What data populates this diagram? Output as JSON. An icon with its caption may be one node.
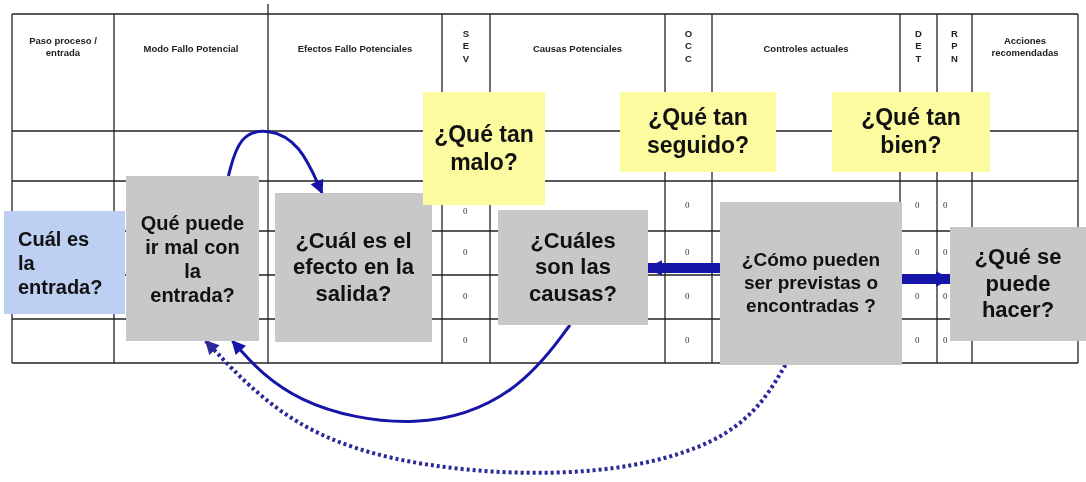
{
  "diagram": {
    "nodes": [
      {
        "text": [
          "Cuál es la entrada?"
        ]
      },
      {
        "text": [
          "Qué puede ir mal con la entrada?"
        ]
      },
      {
        "text": [
          "¿Cuál es el efecto en la salida?"
        ]
      },
      {
        "text": [
          "¿Cuáles son las causas?"
        ]
      },
      {
        "text": [
          "¿Cómo pueden ser previstas o encontradas ?"
        ]
      },
      {
        "text": [
          "¿Qué se puede hacer?"
        ]
      },
      {
        "text": [
          "¿Qué tan malo?"
        ]
      },
      {
        "text": [
          "¿Qué tan seguido?"
        ]
      },
      {
        "text": [
          "¿Qué tan bien?"
        ]
      }
    ],
    "edges": [
      {
        "from": 1,
        "to": 2,
        "arrow": "to"
      },
      {
        "from": 4,
        "to": 3,
        "arrow": "to",
        "style": "thick"
      },
      {
        "from": 4,
        "to": 5,
        "arrow": "to",
        "style": "thick"
      },
      {
        "from": 3,
        "to": 1,
        "arrow": "to"
      },
      {
        "from": 4,
        "to": 1,
        "arrow": "to",
        "style": "dashed"
      }
    ],
    "labels": [
      "Paso proceso / entrada",
      "Modo Fallo Potencial",
      "Efectos Fallo Potenciales",
      "S E V",
      "Causas Potenciales",
      "O C C",
      "Controles actuales",
      "D E T",
      "R P N",
      "Acciones recomendadas",
      "0",
      "0",
      "0",
      "0",
      "0",
      "0",
      "0",
      "0",
      "0",
      "0",
      "0",
      "0",
      "0",
      "0",
      "0",
      "0"
    ]
  }
}
